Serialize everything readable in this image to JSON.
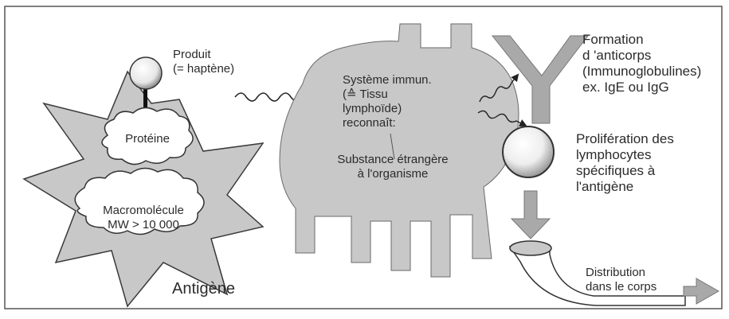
{
  "antigen": {
    "label": "Antigène",
    "product": [
      "Produit",
      "(= haptène)"
    ],
    "protein": "Protéine",
    "macromolecule": [
      "Macromolécule",
      "MW > 10 000"
    ]
  },
  "immune_system": {
    "lines": [
      "Système immun.",
      "(≙ Tissu",
      "lymphoïde)",
      "reconnaît:"
    ],
    "substance": [
      "Substance étrangère",
      "à l'organisme"
    ]
  },
  "antibodies": [
    "Formation",
    "d 'anticorps",
    "(Immunoglobulines)",
    "ex. IgE ou IgG"
  ],
  "lymphocytes": [
    "Prolifération des",
    "lymphocytes",
    "spécifiques à",
    "l'antigène"
  ],
  "distribution": [
    "Distribution",
    "dans le corps"
  ],
  "colors": {
    "fill": "#c8c8c8",
    "fill_dark": "#a9a9a9",
    "stroke": "#3a3a3a",
    "text": "#2b2b2b"
  }
}
